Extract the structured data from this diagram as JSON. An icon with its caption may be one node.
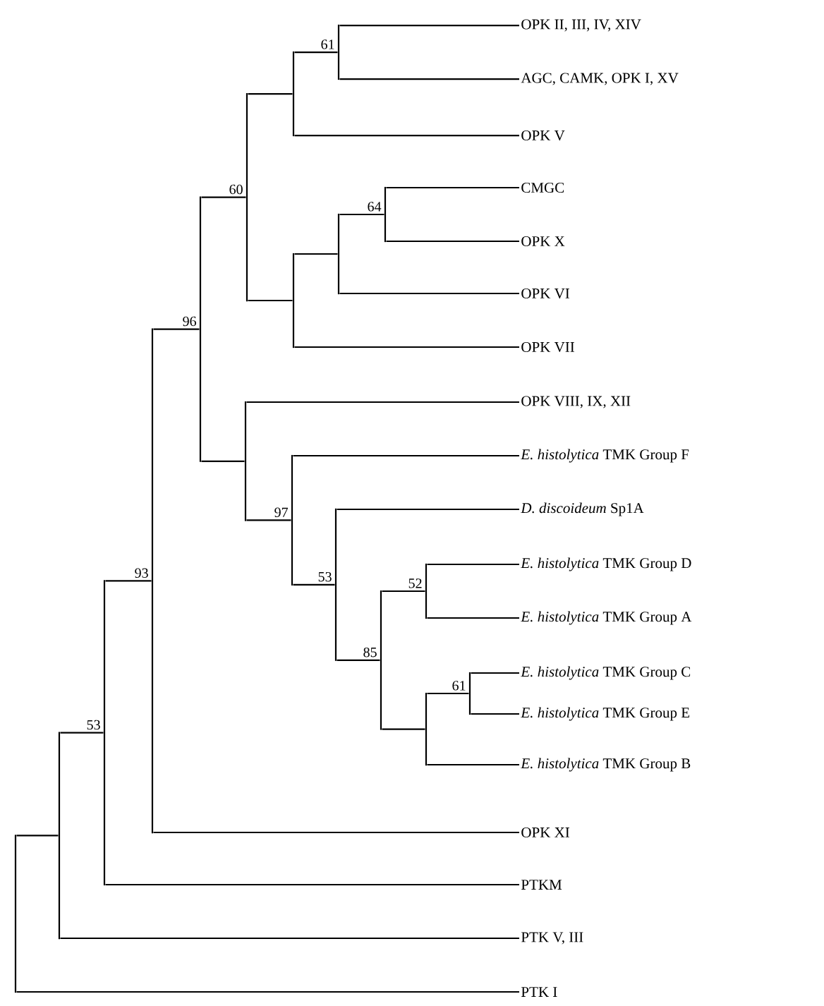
{
  "diagram": {
    "nodes": [
      {
        "text": [
          "OPK II, III, IV, XIV"
        ]
      },
      {
        "text": [
          "AGC, CAMK, OPK I, XV"
        ]
      },
      {
        "text": [
          "OPK V"
        ]
      },
      {
        "text": [
          "CMGC"
        ]
      },
      {
        "text": [
          "OPK X"
        ]
      },
      {
        "text": [
          "OPK VI"
        ]
      },
      {
        "text": [
          "OPK VII"
        ]
      },
      {
        "text": [
          "OPK VIII, IX, XII"
        ]
      },
      {
        "text": [
          "*E. histolytica* TMK Group F"
        ]
      },
      {
        "text": [
          "*D. discoideum* Sp1A"
        ]
      },
      {
        "text": [
          "*E. histolytica* TMK Group D"
        ]
      },
      {
        "text": [
          "*E. histolytica* TMK Group A"
        ]
      },
      {
        "text": [
          "*E. histolytica* TMK Group C"
        ]
      },
      {
        "text": [
          "*E. histolytica* TMK Group E"
        ]
      },
      {
        "text": [
          "*E. histolytica* TMK Group B"
        ]
      },
      {
        "text": [
          "OPK XI"
        ]
      },
      {
        "text": [
          "PTKM"
        ]
      },
      {
        "text": [
          "PTK V, III"
        ]
      },
      {
        "text": [
          "PTK I"
        ]
      },
      {
        "text": [],
        "shape": "bar"
      },
      {
        "text": [],
        "shape": "bar"
      },
      {
        "text": [],
        "shape": "bar",
        "beside": [
          "53"
        ]
      },
      {
        "text": [],
        "shape": "bar",
        "beside": [
          "93"
        ]
      },
      {
        "text": [],
        "shape": "bar",
        "beside": [
          "96"
        ]
      },
      {
        "text": [],
        "shape": "bar",
        "beside": [
          "60"
        ]
      },
      {
        "text": [],
        "shape": "bar"
      },
      {
        "text": [],
        "shape": "bar",
        "beside": [
          "61"
        ]
      },
      {
        "text": [],
        "shape": "bar"
      },
      {
        "text": [],
        "shape": "bar"
      },
      {
        "text": [],
        "shape": "bar",
        "beside": [
          "64"
        ]
      },
      {
        "text": [],
        "shape": "bar"
      },
      {
        "text": [],
        "shape": "bar",
        "beside": [
          "97"
        ]
      },
      {
        "text": [],
        "shape": "bar",
        "beside": [
          "53"
        ]
      },
      {
        "text": [],
        "shape": "bar",
        "beside": [
          "85"
        ]
      },
      {
        "text": [],
        "shape": "bar",
        "beside": [
          "52"
        ]
      },
      {
        "text": [],
        "shape": "bar"
      },
      {
        "text": [],
        "shape": "bar",
        "beside": [
          "61"
        ]
      }
    ],
    "edges": [
      {
        "from": 19,
        "to": 18,
        "arrow": "none"
      },
      {
        "from": 19,
        "to": 20,
        "arrow": "none"
      },
      {
        "from": 20,
        "to": 17,
        "arrow": "none"
      },
      {
        "from": 20,
        "to": 21,
        "arrow": "none"
      },
      {
        "from": 21,
        "to": 16,
        "arrow": "none"
      },
      {
        "from": 21,
        "to": 22,
        "arrow": "none"
      },
      {
        "from": 22,
        "to": 15,
        "arrow": "none"
      },
      {
        "from": 22,
        "to": 23,
        "arrow": "none"
      },
      {
        "from": 23,
        "to": 24,
        "arrow": "none"
      },
      {
        "from": 23,
        "to": 30,
        "arrow": "none"
      },
      {
        "from": 24,
        "to": 25,
        "arrow": "none"
      },
      {
        "from": 24,
        "to": 27,
        "arrow": "none"
      },
      {
        "from": 25,
        "to": 26,
        "arrow": "none"
      },
      {
        "from": 25,
        "to": 2,
        "arrow": "none"
      },
      {
        "from": 26,
        "to": 0,
        "arrow": "none"
      },
      {
        "from": 26,
        "to": 1,
        "arrow": "none"
      },
      {
        "from": 27,
        "to": 28,
        "arrow": "none"
      },
      {
        "from": 27,
        "to": 6,
        "arrow": "none"
      },
      {
        "from": 28,
        "to": 29,
        "arrow": "none"
      },
      {
        "from": 28,
        "to": 5,
        "arrow": "none"
      },
      {
        "from": 29,
        "to": 3,
        "arrow": "none"
      },
      {
        "from": 29,
        "to": 4,
        "arrow": "none"
      },
      {
        "from": 30,
        "to": 7,
        "arrow": "none"
      },
      {
        "from": 30,
        "to": 31,
        "arrow": "none"
      },
      {
        "from": 31,
        "to": 8,
        "arrow": "none"
      },
      {
        "from": 31,
        "to": 32,
        "arrow": "none"
      },
      {
        "from": 32,
        "to": 9,
        "arrow": "none"
      },
      {
        "from": 32,
        "to": 33,
        "arrow": "none"
      },
      {
        "from": 33,
        "to": 34,
        "arrow": "none"
      },
      {
        "from": 33,
        "to": 35,
        "arrow": "none"
      },
      {
        "from": 34,
        "to": 10,
        "arrow": "none"
      },
      {
        "from": 34,
        "to": 11,
        "arrow": "none"
      },
      {
        "from": 35,
        "to": 36,
        "arrow": "none"
      },
      {
        "from": 35,
        "to": 14,
        "arrow": "none"
      },
      {
        "from": 36,
        "to": 12,
        "arrow": "none"
      },
      {
        "from": 36,
        "to": 13,
        "arrow": "none"
      }
    ]
  }
}
